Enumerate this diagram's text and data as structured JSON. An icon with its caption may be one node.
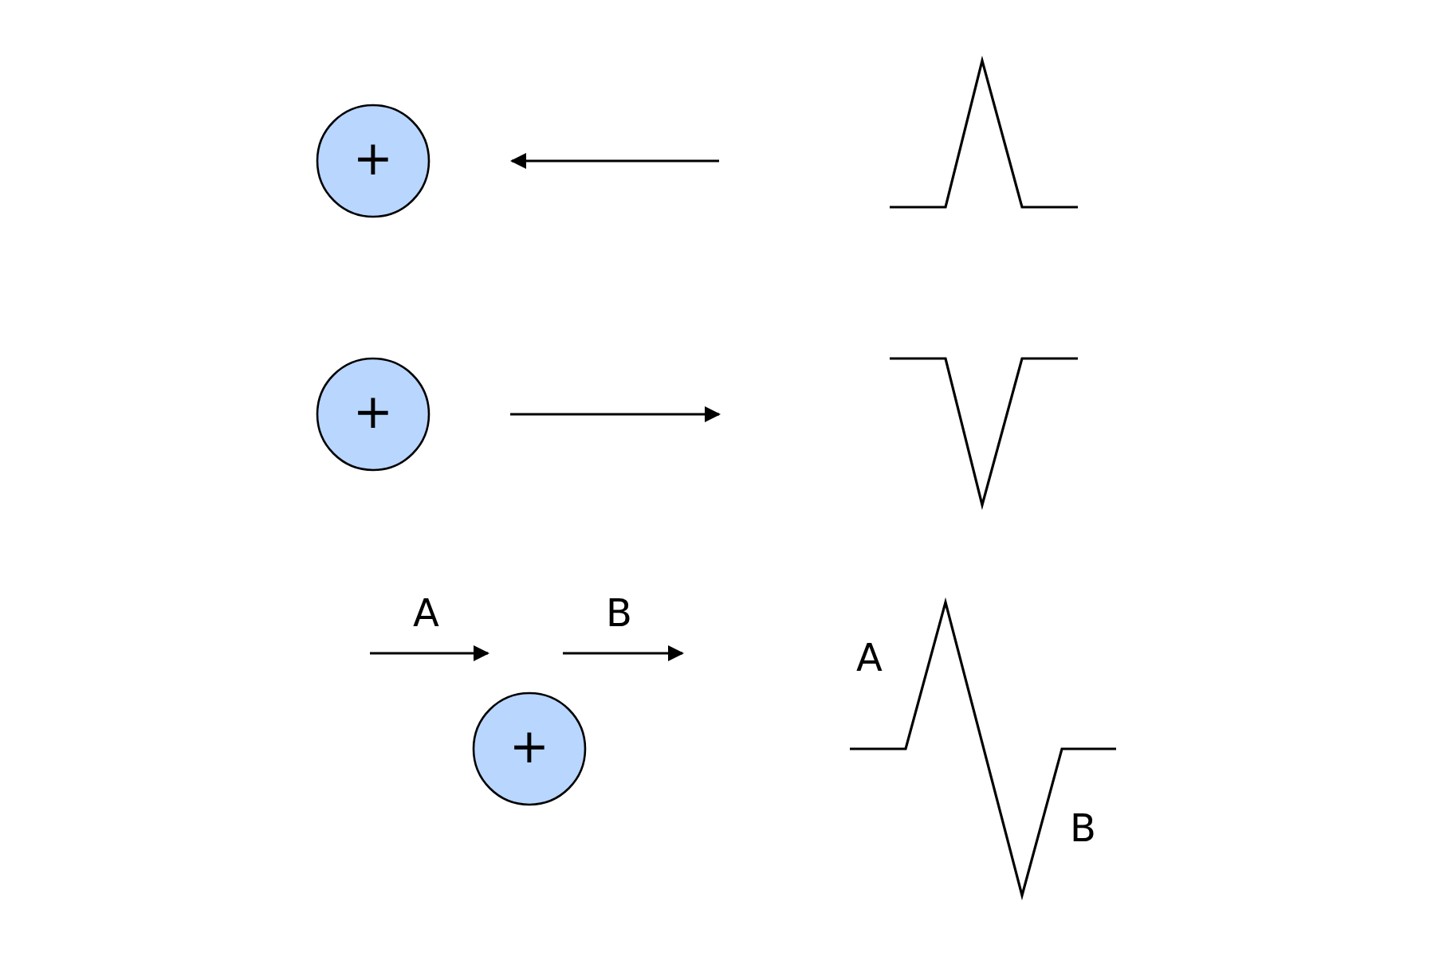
{
  "diagram": {
    "nodes": [
      {
        "text": [
          "+"
        ]
      },
      {
        "text": [
          "+"
        ]
      },
      {
        "text": [
          "+"
        ]
      }
    ],
    "labels": [
      "A",
      "B",
      "A",
      "B"
    ]
  }
}
